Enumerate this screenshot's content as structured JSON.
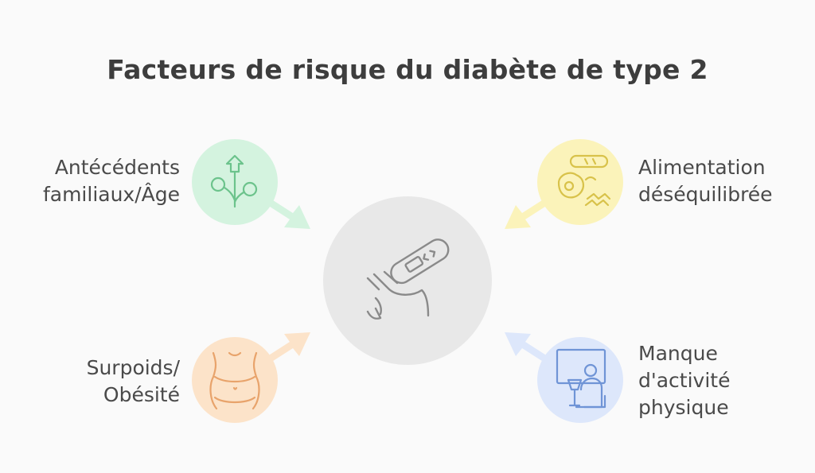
{
  "title": "Facteurs de risque du diabète de type 2",
  "factors": {
    "top_left": {
      "line1": "Antécédents",
      "line2": "familiaux/Âge",
      "color": "#d4f3df",
      "icon": "family-tree-icon"
    },
    "top_right": {
      "line1": "Alimentation",
      "line2": "déséquilibrée",
      "color": "#fbf3ba",
      "icon": "food-icon"
    },
    "bottom_left": {
      "line1": "Surpoids/",
      "line2": "Obésité",
      "color": "#fce3c9",
      "icon": "waist-icon"
    },
    "bottom_right": {
      "line1": "Manque",
      "line2": "d'activité",
      "line3": "physique",
      "color": "#dde7fb",
      "icon": "sedentary-icon"
    }
  },
  "center": {
    "color": "#e8e8e8",
    "icon": "glucose-meter-icon"
  }
}
